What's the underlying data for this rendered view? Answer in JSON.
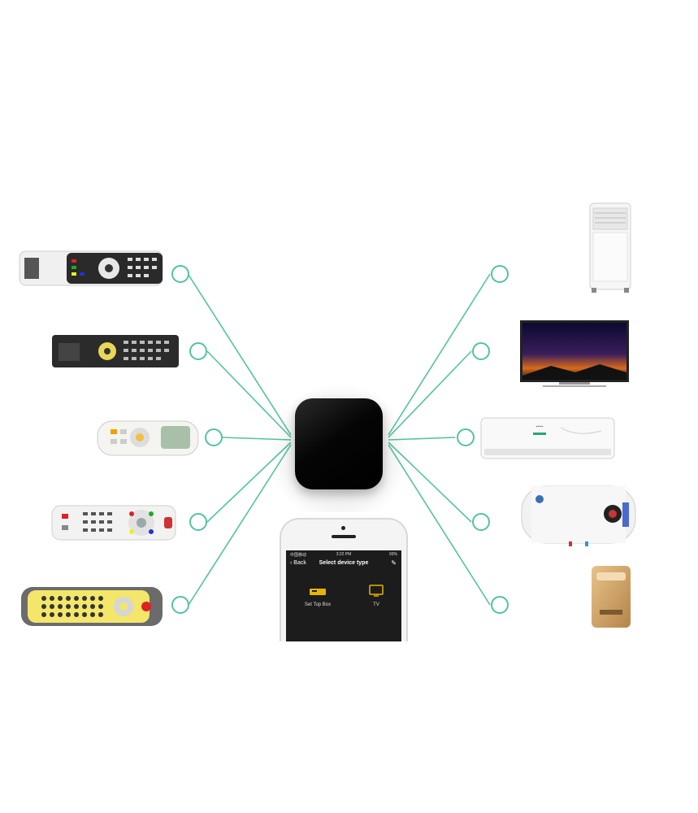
{
  "colors": {
    "connector": "#53c2a3",
    "hub": "#000000",
    "phone_screen": "#1c1c1c",
    "accent": "#e8b400"
  },
  "phone": {
    "status_carrier": "中国移动",
    "status_time": "3:22 PM",
    "status_battery": "93%",
    "back_label": "Back",
    "title": "Select device type",
    "edit_icon": "pencil-icon",
    "devices": [
      {
        "label": "Set Top Box",
        "icon": "set-top-box-icon"
      },
      {
        "label": "TV",
        "icon": "tv-icon"
      }
    ]
  },
  "left_devices": [
    "remote-control",
    "remote-control",
    "air-conditioner-remote",
    "remote-control",
    "remote-control-yellow"
  ],
  "right_devices": [
    "portable-air-conditioner",
    "television",
    "split-air-conditioner",
    "water-heater",
    "air-purifier"
  ]
}
